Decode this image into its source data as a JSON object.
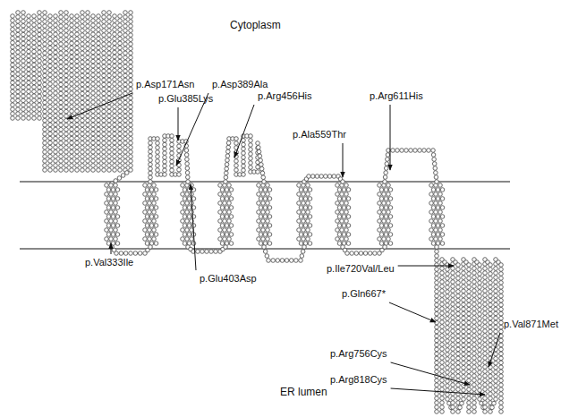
{
  "diagram": {
    "labels": [
      "Cytoplasm",
      "p.Asp171Asn",
      "p.Glu385Lys",
      "p.Asp389Ala",
      "p.Arg456His",
      "p.Arg611His",
      "p.Ala559Thr",
      "p.Val333Ile",
      "p.Glu403Asp",
      "p.Ile720Val/Leu",
      "p.Gln667*",
      "p.Val871Met",
      "p.Arg756Cys",
      "p.Arg818Cys",
      "ER lumen"
    ]
  }
}
